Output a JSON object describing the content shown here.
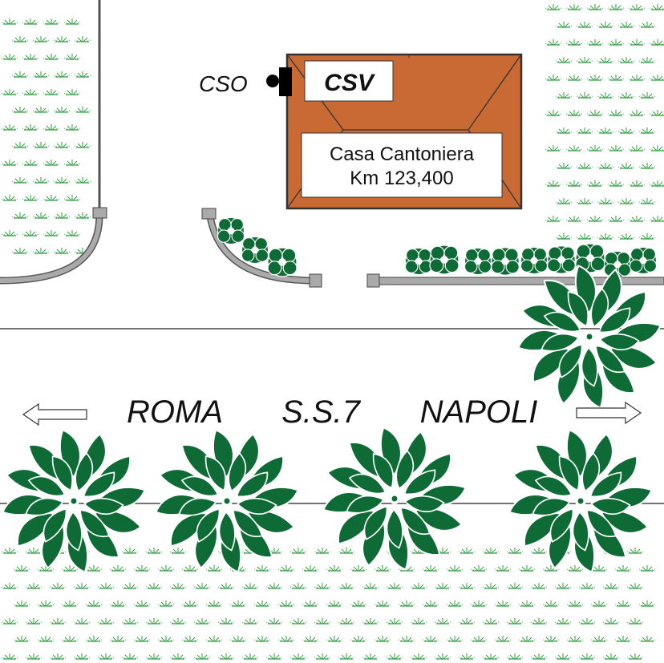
{
  "labels": {
    "cso": "CSO",
    "csv": "CSV",
    "house_name": "Casa Cantoniera",
    "house_km": "Km 123,400",
    "city_left": "ROMA",
    "road": "S.S.7",
    "city_right": "NAPOLI"
  },
  "colors": {
    "roof": "#c96a35",
    "tree": "#0e6b35",
    "grass": "#2e9e3e",
    "kerb": "#aaaaaa",
    "line": "#222222"
  },
  "icons": {
    "arrow_left": "arrow-left-icon",
    "arrow_right": "arrow-right-icon",
    "cso_device": "cso-device-icon"
  }
}
